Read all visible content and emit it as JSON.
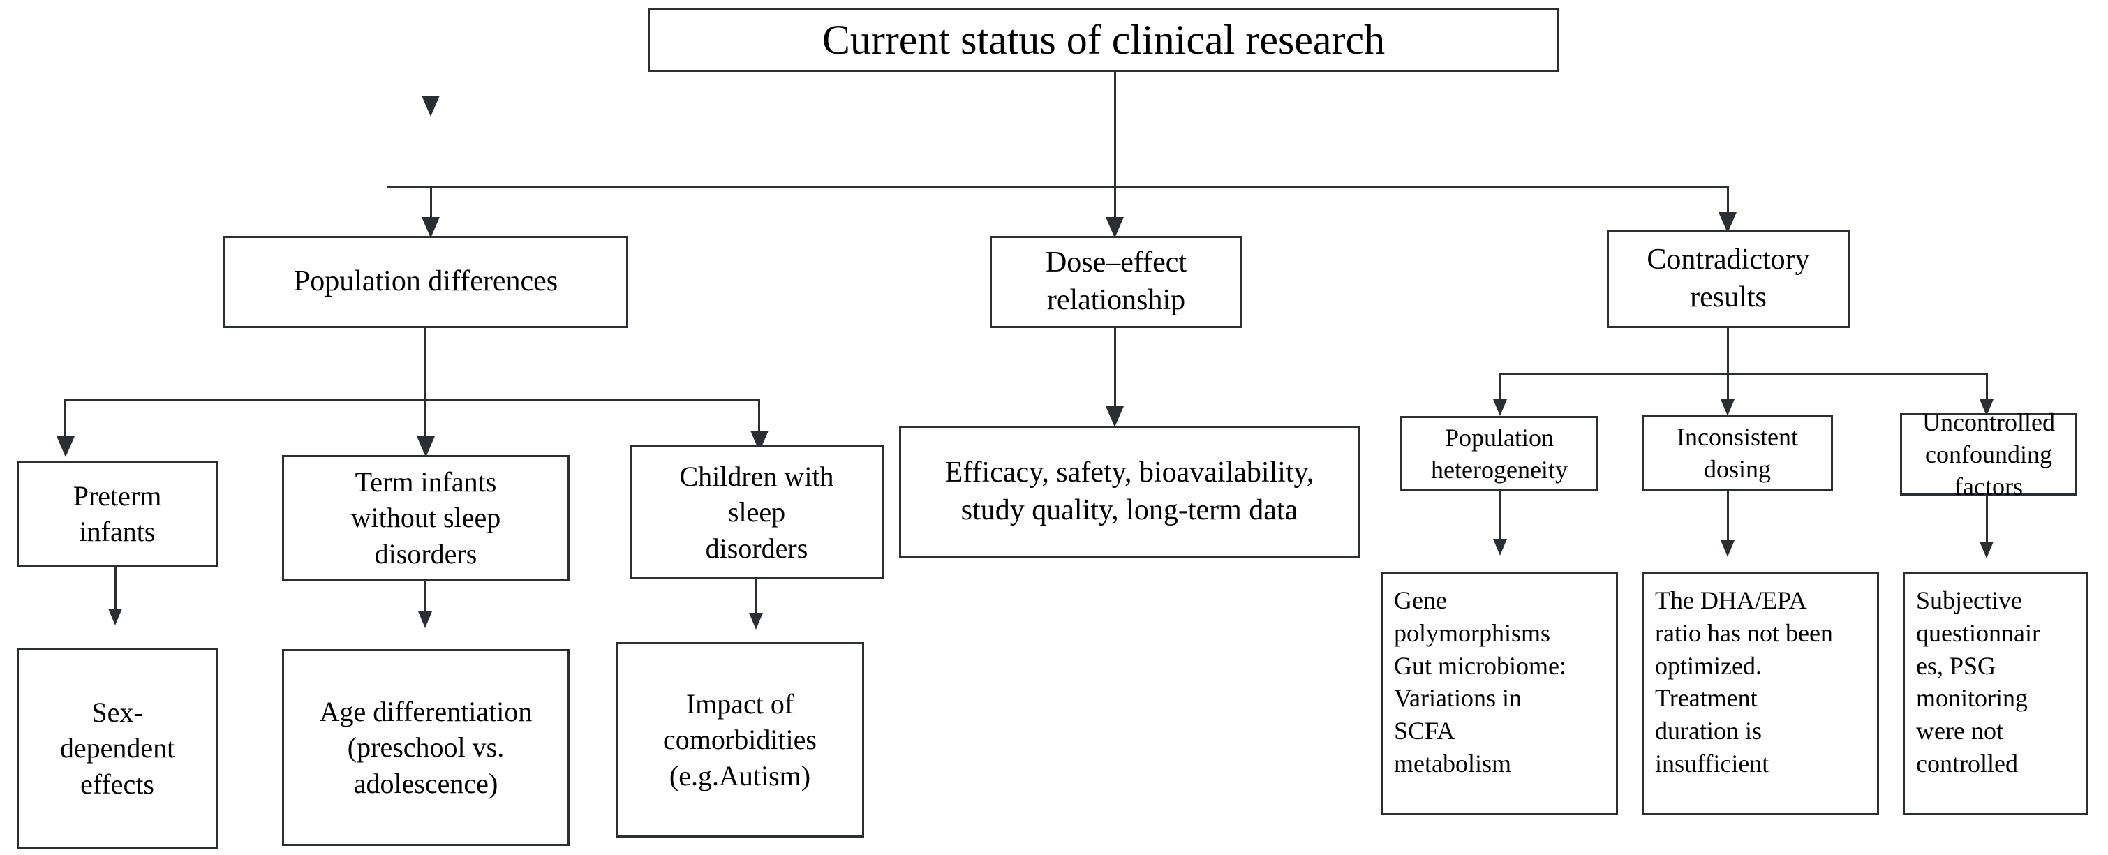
{
  "diagram": {
    "title_node": {
      "label": "Current status of clinical research"
    },
    "branches": [
      {
        "key": "population-differences",
        "label": "Population differences",
        "children": [
          {
            "key": "preterm-infants",
            "label": "Preterm\ninfants",
            "child": {
              "key": "sex-dependent-effects",
              "label": "Sex-\ndependent\neffects"
            }
          },
          {
            "key": "term-infants-without-sleep-disorders",
            "label": "Term infants\nwithout sleep\ndisorders",
            "child": {
              "key": "age-differentiation",
              "label": "Age differentiation\n(preschool vs.\nadolescence)"
            }
          },
          {
            "key": "children-with-sleep-disorders",
            "label": "Children with\nsleep\ndisorders",
            "child": {
              "key": "impact-of-comorbidities",
              "label": "Impact of\ncomorbidities\n(e.g.Autism)"
            }
          }
        ]
      },
      {
        "key": "dose-effect-relationship",
        "label": "Dose–effect\nrelationship",
        "children": [
          {
            "key": "efficacy-safety-bioavailability",
            "label": "Efficacy, safety, bioavailability,\nstudy quality, long-term data",
            "child": null
          }
        ]
      },
      {
        "key": "contradictory-results",
        "label": "Contradictory\nresults",
        "children": [
          {
            "key": "population-heterogeneity",
            "label": "Population\nheterogeneity",
            "child": {
              "key": "gene-polymorphisms",
              "label": "Gene\npolymorphisms\nGut microbiome:\nVariations in\nSCFA\nmetabolism"
            }
          },
          {
            "key": "inconsistent-dosing",
            "label": "Inconsistent\ndosing",
            "child": {
              "key": "dha-epa-ratio",
              "label": "The DHA/EPA\nratio has not been\noptimized.\nTreatment\nduration is\ninsufficient"
            }
          },
          {
            "key": "uncontrolled-confounding-factors",
            "label": "Uncontrolled\nconfounding\nfactors",
            "child": {
              "key": "subjective-questionnaires",
              "label": "Subjective\nquestionnair\nes, PSG\nmonitoring\nwere not\ncontrolled"
            }
          }
        ]
      }
    ],
    "colors": {
      "stroke": "#2b2f33",
      "background": "#ffffff",
      "text": "#000000"
    }
  }
}
